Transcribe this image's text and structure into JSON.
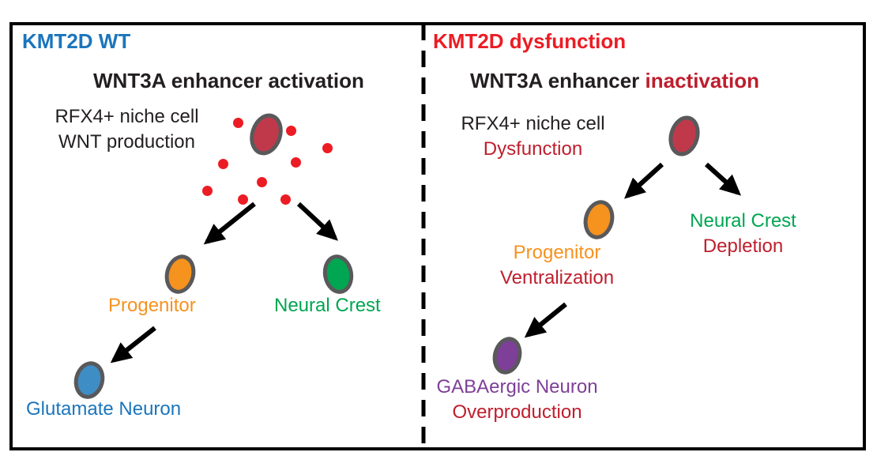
{
  "colors": {
    "text_blue": "#1b75bc",
    "cell_blue": "#3e8dc5",
    "bright_red": "#ec1c24",
    "dark_red": "#be1e2d",
    "orange": "#f6921e",
    "green": "#00a651",
    "purple": "#7e3f98",
    "crimson": "#c0394b",
    "cell_stroke": "#59595b"
  },
  "left_panel": {
    "title": "KMT2D WT",
    "heading": "WNT3A enhancer activation",
    "niche": {
      "line1": "RFX4+ niche cell",
      "line2": "WNT production"
    },
    "progenitor": "Progenitor",
    "neural_crest": "Neural Crest",
    "glutamate": "Glutamate Neuron"
  },
  "right_panel": {
    "title": "KMT2D dysfunction",
    "heading_black": "WNT3A enhancer",
    "heading_red": " inactivation",
    "niche": {
      "line1": "RFX4+ niche cell",
      "line2": "Dysfunction"
    },
    "progenitor": {
      "line1": "Progenitor",
      "line2": "Ventralization"
    },
    "neural_crest": {
      "line1": "Neural Crest",
      "line2": "Depletion"
    },
    "gaba": {
      "line1": "GABAergic Neuron",
      "line2": "Overproduction"
    }
  }
}
